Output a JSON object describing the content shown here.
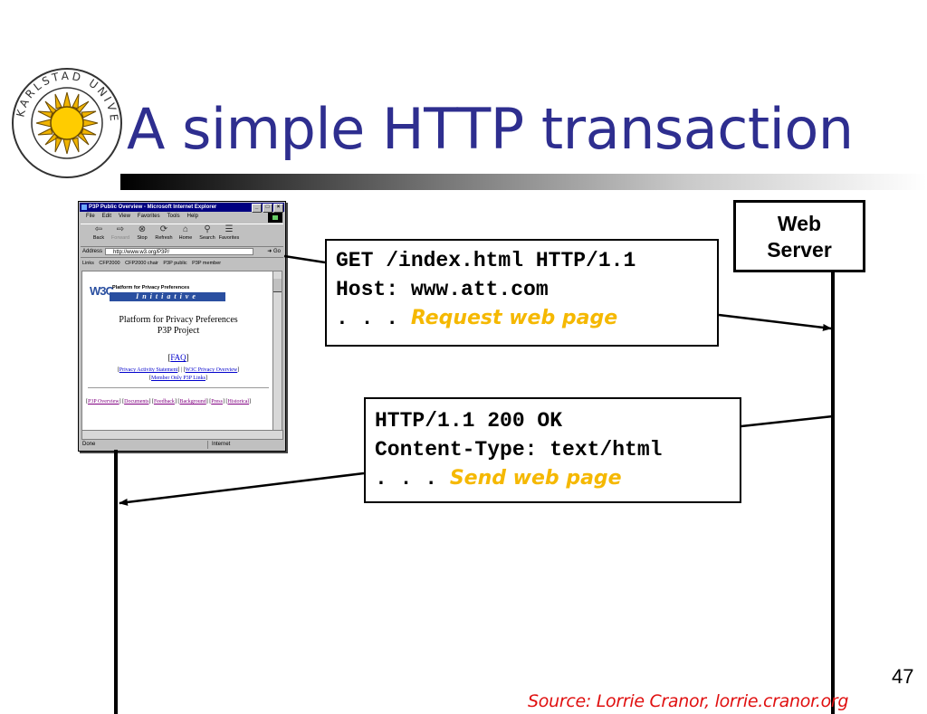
{
  "logo": {
    "text": "KARLSTAD UNIVERSITY",
    "icon": "sun-seal-icon"
  },
  "slide": {
    "title": "A simple HTTP transaction",
    "page_number": "47",
    "source": "Source: Lorrie Cranor, lorrie.cranor.org"
  },
  "server": {
    "line1": "Web",
    "line2": "Server"
  },
  "request": {
    "line1": "GET /index.html HTTP/1.1",
    "line2": "Host: www.att.com",
    "dots": ". . . ",
    "note": "Request web page"
  },
  "response": {
    "line1": "HTTP/1.1 200 OK",
    "line2": "Content-Type: text/html",
    "dots": ". . . ",
    "note": "Send web page"
  },
  "browser": {
    "window_title": "P3P Public Overview - Microsoft Internet Explorer",
    "menu": [
      "File",
      "Edit",
      "View",
      "Favorites",
      "Tools",
      "Help"
    ],
    "toolbar": [
      "Back",
      "Forward",
      "Stop",
      "Refresh",
      "Home",
      "Search",
      "Favorites"
    ],
    "address_label": "Address",
    "address_url": "http://www.w3.org/P3P/",
    "go_label": "Go",
    "links_label": "Links",
    "links": [
      "CFP2000",
      "CFP2000 chair",
      "P3P public",
      "P3P member"
    ],
    "logo_text": "W3C",
    "logo_subtitle": "Platform for Privacy Preferences",
    "logo_banner": "Initiative",
    "heading_line1": "Platform for Privacy Preferences",
    "heading_line2": "P3P Project",
    "faq": "FAQ",
    "link_privacy_activity": "Privacy Activity Statement",
    "link_w3c_privacy": "W3C Privacy Overview",
    "link_member_only": "Member Only P3P Links",
    "footer_links": [
      "P3P Overview",
      "Documents",
      "Feedback",
      "Background",
      "Press",
      "Historical"
    ],
    "status_left": "Done",
    "status_zone": "Internet"
  },
  "colors": {
    "title": "#2e2e8f",
    "note": "#f5b800",
    "source": "#e01010"
  }
}
